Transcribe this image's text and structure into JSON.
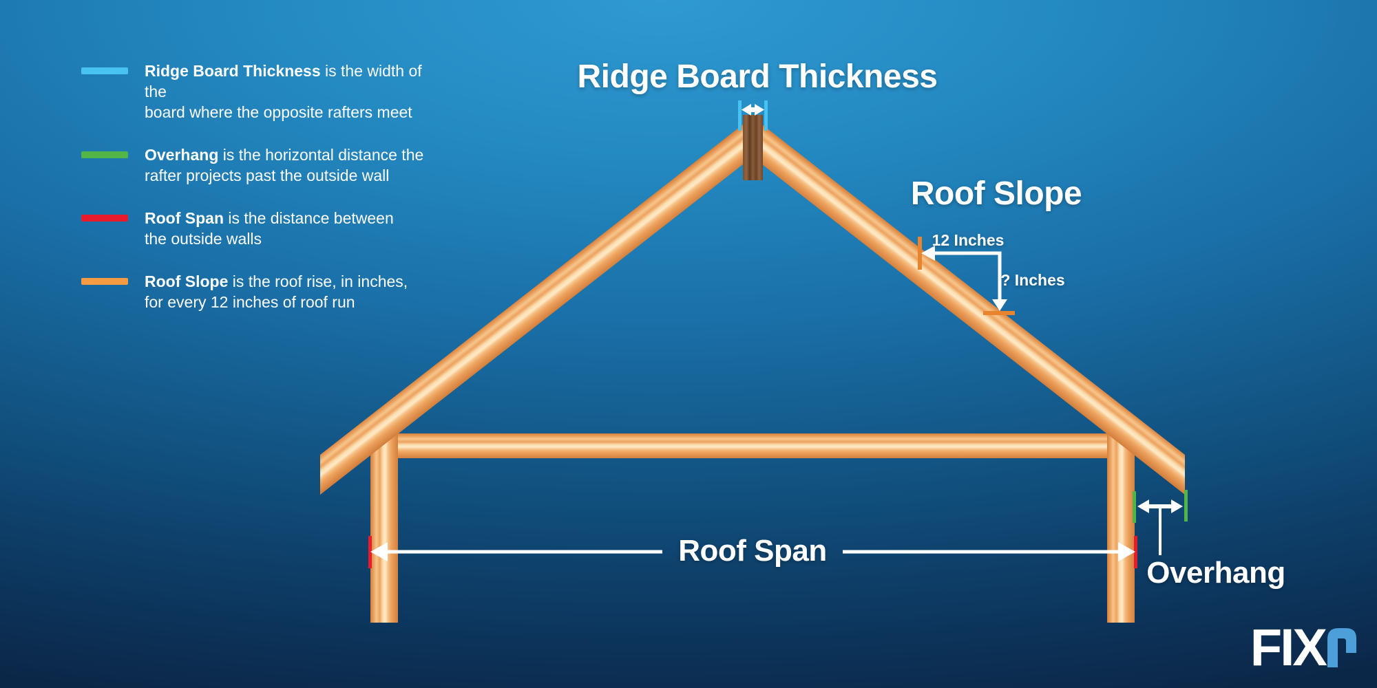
{
  "background": {
    "top": "#2F99D2",
    "mid": "#1A6FA7",
    "bottom": "#0B2748"
  },
  "legend": {
    "items": [
      {
        "term": "Ridge Board Thickness",
        "rest": " is the width of the",
        "line2": "board where the opposite rafters meet",
        "color": "#47C2F1"
      },
      {
        "term": "Overhang",
        "rest": " is the horizontal distance the",
        "line2": "rafter projects past the outside wall",
        "color": "#52B548"
      },
      {
        "term": "Roof Span",
        "rest": " is the distance between",
        "line2": "the outside walls",
        "color": "#E81B2D"
      },
      {
        "term": "Roof Slope",
        "rest": " is the roof rise, in inches,",
        "line2": "for every 12 inches of roof run",
        "color": "#F59B42"
      }
    ]
  },
  "diagram": {
    "titles": {
      "ridge": "Ridge Board Thickness",
      "slope": "Roof Slope",
      "span": "Roof Span",
      "overhang": "Overhang"
    },
    "slope_run_label": "12 Inches",
    "slope_rise_label": "? Inches",
    "colors": {
      "wood_edge": "#D5813E",
      "wood_base": "#EDA25E",
      "wood_light": "#FFE9C6",
      "ridge_board_brown": "#6B4226",
      "tick_blue": "#47C2F1",
      "tick_green": "#52B548",
      "tick_red": "#E81B2D",
      "tick_orange": "#E8832E",
      "arrow_white": "#FFFFFF"
    }
  },
  "logo": {
    "text": "FIX",
    "mark": "r",
    "mark_color": "#4C9FD9"
  }
}
